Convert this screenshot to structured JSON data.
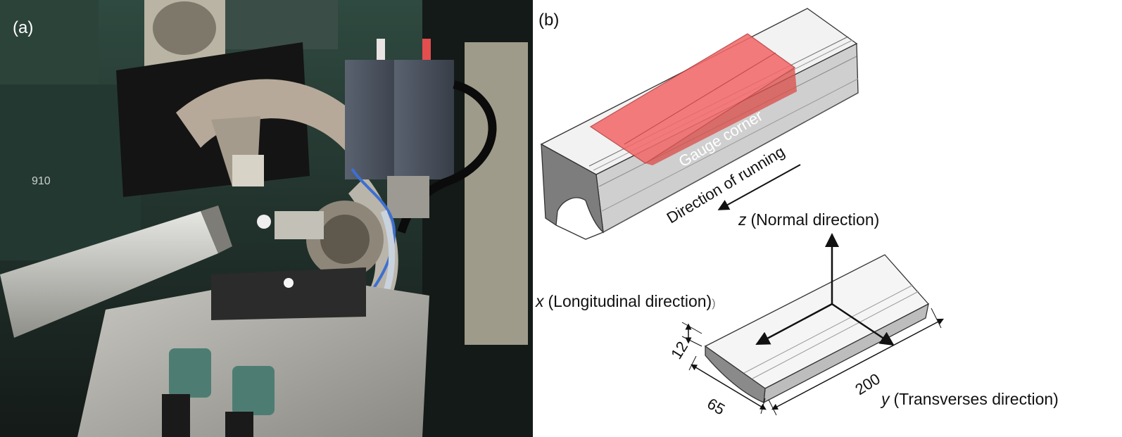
{
  "panel_a": {
    "label": "(a)",
    "sign_text": "910"
  },
  "panel_b": {
    "label": "(b)",
    "gauge_corner": "Gauge corner",
    "direction_of_running": "Direction of running",
    "axes": {
      "z_var": "z",
      "z_label": "(Normal direction)",
      "x_var": "x",
      "x_label": "(Longitudinal direction)",
      "x_trailing": ")",
      "y_var": "y",
      "y_label": "(Transverses direction)"
    },
    "dimensions": {
      "thickness": "12",
      "width": "65",
      "length": "200"
    }
  },
  "colors": {
    "highlight_red": "#f26a6a",
    "rail_light": "#f2f2f2",
    "rail_shadow": "#8c8c8c",
    "photo_bg": "#1f2c27"
  }
}
